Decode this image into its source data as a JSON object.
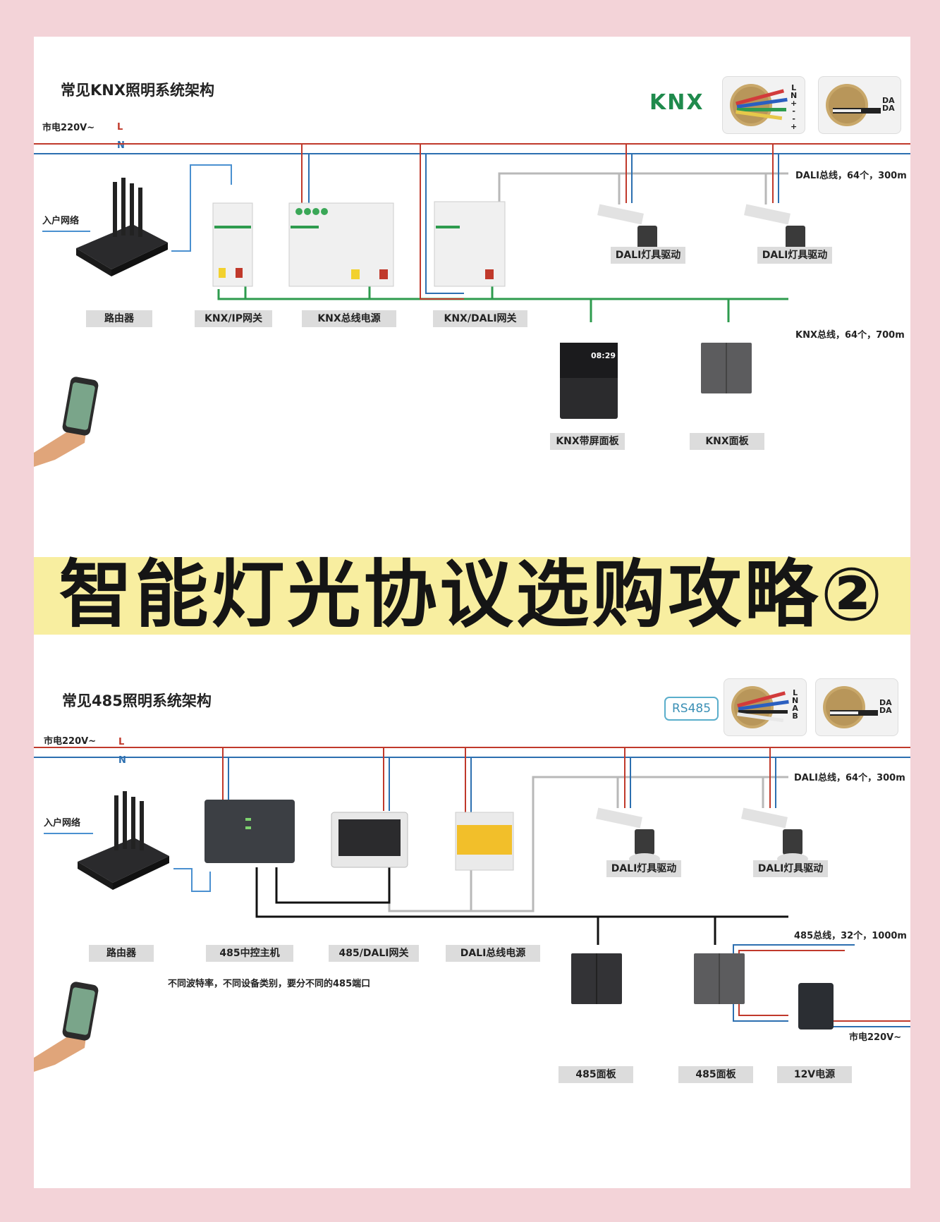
{
  "banner_title": "智能灯光协议选购攻略②",
  "knx_section": {
    "title": "常见KNX照明系统架构",
    "mains_label": "市电220V~",
    "line_L": "L",
    "line_N": "N",
    "network_label": "入户网络",
    "dali_bus_label": "DALI总线，64个，300m",
    "knx_bus_label": "KNX总线，64个，700m",
    "logo_text": "KNX",
    "cable1_letters": [
      "L",
      "N",
      "+",
      "-",
      "-",
      "+"
    ],
    "cable2_letters": [
      "DA",
      "DA"
    ],
    "screen_time": "08:29",
    "device_labels": {
      "router": "路由器",
      "ip_gateway": "KNX/IP网关",
      "bus_power": "KNX总线电源",
      "dali_gateway": "KNX/DALI网关",
      "dali_driver_1": "DALI灯具驱动",
      "dali_driver_2": "DALI灯具驱动",
      "screen_panel": "KNX带屏面板",
      "panel": "KNX面板"
    }
  },
  "rs485_section": {
    "title": "常见485照明系统架构",
    "mains_label": "市电220V~",
    "line_L": "L",
    "line_N": "N",
    "network_label": "入户网络",
    "dali_bus_label": "DALI总线，64个，300m",
    "bus_485_label": "485总线，32个，1000m",
    "mains_label_2": "市电220V~",
    "logo_text": "RS485",
    "cable1_letters": [
      "L",
      "N",
      "A",
      "B"
    ],
    "cable2_letters": [
      "DA",
      "DA"
    ],
    "note": "不同波特率，不同设备类别，要分不同的485端口",
    "device_labels": {
      "router": "路由器",
      "host": "485中控主机",
      "dali_gateway": "485/DALI网关",
      "dali_power": "DALI总线电源",
      "dali_driver_1": "DALI灯具驱动",
      "dali_driver_2": "DALI灯具驱动",
      "panel_1": "485面板",
      "panel_2": "485面板",
      "power_12v": "12V电源"
    }
  },
  "colors": {
    "line_L": "#c0392b",
    "line_N": "#2c6fb0",
    "dali_bus": "#b8b8b8",
    "knx_bus": "#2e9b4e",
    "bus_485": "#111111",
    "banner_stripe": "#f8eea0",
    "background": "#f3d3d8"
  }
}
